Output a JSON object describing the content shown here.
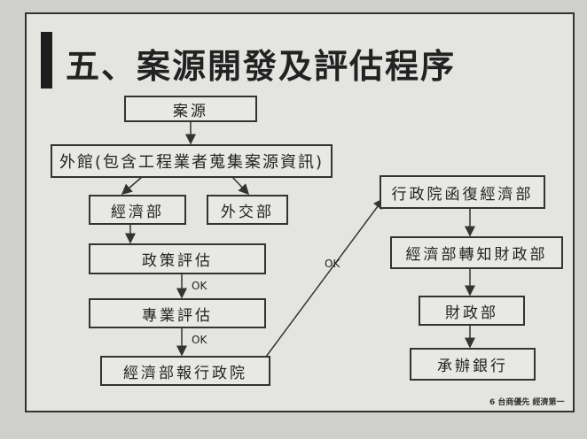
{
  "title": "五、案源開發及評估程序",
  "nodes": {
    "case_source": "案源",
    "embassy": "外館(包含工程業者蒐集案源資訊)",
    "moea": "經濟部",
    "mofa": "外交部",
    "policy_eval": "政策評估",
    "pro_eval": "專業評估",
    "moea_report": "經濟部報行政院",
    "ey_reply": "行政院函復經濟部",
    "moea_notify": "經濟部轉知財政部",
    "mof": "財政部",
    "bank": "承辦銀行"
  },
  "edge_labels": {
    "ok1": "OK",
    "ok2": "OK",
    "ok3": "OK"
  },
  "footer": "6  台商優先  經濟第一"
}
